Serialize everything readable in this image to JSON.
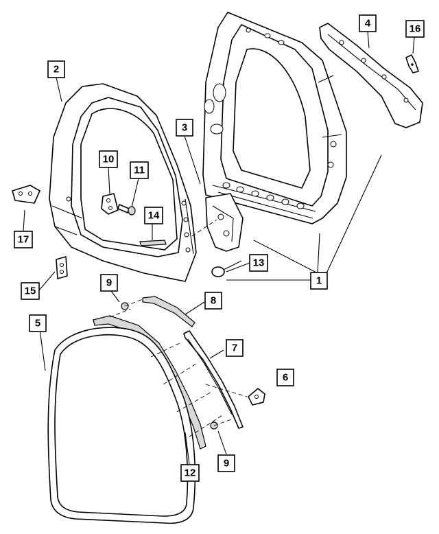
{
  "diagram": {
    "callouts": [
      {
        "id": "c1",
        "label": "1"
      },
      {
        "id": "c2",
        "label": "2"
      },
      {
        "id": "c3",
        "label": "3"
      },
      {
        "id": "c4",
        "label": "4"
      },
      {
        "id": "c5",
        "label": "5"
      },
      {
        "id": "c6",
        "label": "6"
      },
      {
        "id": "c7",
        "label": "7"
      },
      {
        "id": "c8",
        "label": "8"
      },
      {
        "id": "c9a",
        "label": "9"
      },
      {
        "id": "c9b",
        "label": "9"
      },
      {
        "id": "c10",
        "label": "10"
      },
      {
        "id": "c11",
        "label": "11"
      },
      {
        "id": "c12",
        "label": "12"
      },
      {
        "id": "c13",
        "label": "13"
      },
      {
        "id": "c14",
        "label": "14"
      },
      {
        "id": "c15",
        "label": "15"
      },
      {
        "id": "c16",
        "label": "16"
      },
      {
        "id": "c17",
        "label": "17"
      }
    ]
  }
}
